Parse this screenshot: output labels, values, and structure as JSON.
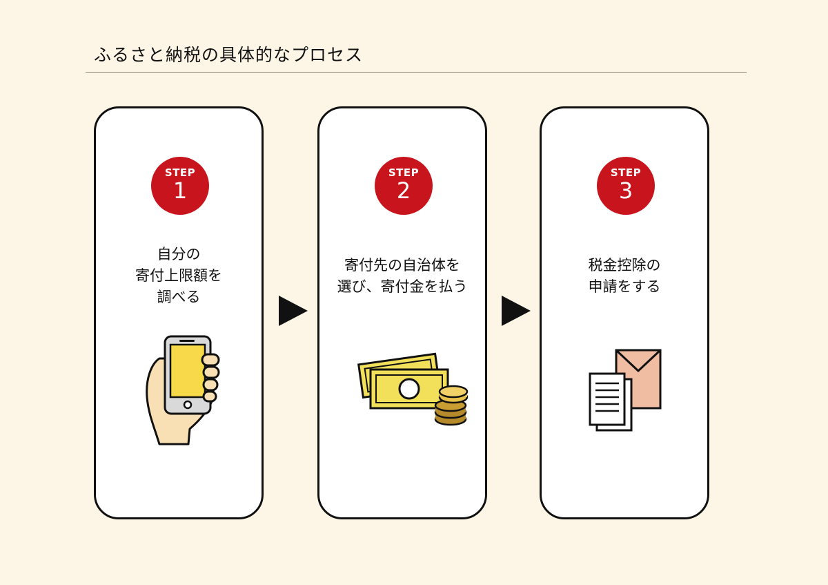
{
  "title": "ふるさと納税の具体的なプロセス",
  "steps": [
    {
      "badge_label": "STEP",
      "number": "1",
      "lines": [
        "自分の",
        "寄付上限額を",
        "調べる"
      ],
      "icon": "smartphone-in-hand-icon"
    },
    {
      "badge_label": "STEP",
      "number": "2",
      "lines": [
        "寄付先の自治体を",
        "選び、寄付金を払う"
      ],
      "icon": "banknotes-and-coins-icon"
    },
    {
      "badge_label": "STEP",
      "number": "3",
      "lines": [
        "税金控除の",
        "申請をする"
      ],
      "icon": "documents-and-envelope-icon"
    }
  ],
  "colors": {
    "background": "#fdf6e7",
    "badge": "#c8151d",
    "screen_yellow": "#f7d94a",
    "note_yellow": "#f2e05a",
    "coin_gold": "#e8c24a",
    "skin": "#f9dfb4",
    "envelope": "#f0bda3"
  }
}
